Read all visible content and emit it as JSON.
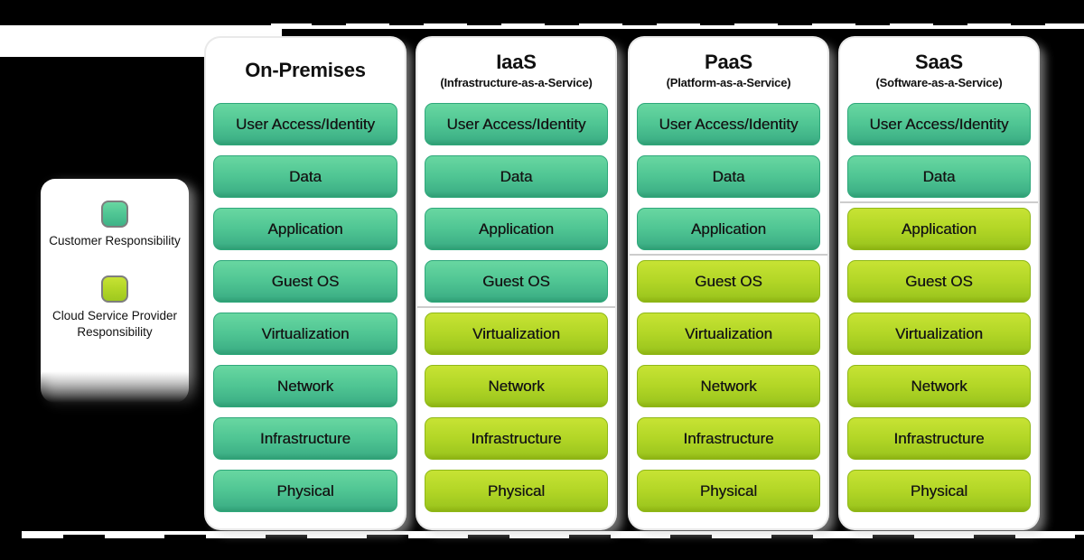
{
  "colors": {
    "background": "#000000",
    "card_background": "#ffffff",
    "customer_top": "#68d7a1",
    "customer_bottom": "#3fb287",
    "provider_top": "#c7e334",
    "provider_bottom": "#9fc81f",
    "divider": "#cccccc",
    "text": "#111111"
  },
  "legend": {
    "customer_label": "Customer Responsibility",
    "provider_label": "Cloud Service Provider Responsibility"
  },
  "columns": [
    {
      "title": "On-Premises",
      "subtitle": "",
      "layers": [
        {
          "label": "User Access/Identity",
          "owner": "customer"
        },
        {
          "label": "Data",
          "owner": "customer"
        },
        {
          "label": "Application",
          "owner": "customer"
        },
        {
          "label": "Guest OS",
          "owner": "customer"
        },
        {
          "label": "Virtualization",
          "owner": "customer"
        },
        {
          "label": "Network",
          "owner": "customer"
        },
        {
          "label": "Infrastructure",
          "owner": "customer"
        },
        {
          "label": "Physical",
          "owner": "customer"
        }
      ]
    },
    {
      "title": "IaaS",
      "subtitle": "(Infrastructure-as-a-Service)",
      "layers": [
        {
          "label": "User Access/Identity",
          "owner": "customer"
        },
        {
          "label": "Data",
          "owner": "customer"
        },
        {
          "label": "Application",
          "owner": "customer"
        },
        {
          "label": "Guest OS",
          "owner": "customer"
        },
        {
          "label": "Virtualization",
          "owner": "provider"
        },
        {
          "label": "Network",
          "owner": "provider"
        },
        {
          "label": "Infrastructure",
          "owner": "provider"
        },
        {
          "label": "Physical",
          "owner": "provider"
        }
      ]
    },
    {
      "title": "PaaS",
      "subtitle": "(Platform-as-a-Service)",
      "layers": [
        {
          "label": "User Access/Identity",
          "owner": "customer"
        },
        {
          "label": "Data",
          "owner": "customer"
        },
        {
          "label": "Application",
          "owner": "customer"
        },
        {
          "label": "Guest OS",
          "owner": "provider"
        },
        {
          "label": "Virtualization",
          "owner": "provider"
        },
        {
          "label": "Network",
          "owner": "provider"
        },
        {
          "label": "Infrastructure",
          "owner": "provider"
        },
        {
          "label": "Physical",
          "owner": "provider"
        }
      ]
    },
    {
      "title": "SaaS",
      "subtitle": "(Software-as-a-Service)",
      "layers": [
        {
          "label": "User Access/Identity",
          "owner": "customer"
        },
        {
          "label": "Data",
          "owner": "customer"
        },
        {
          "label": "Application",
          "owner": "provider"
        },
        {
          "label": "Guest OS",
          "owner": "provider"
        },
        {
          "label": "Virtualization",
          "owner": "provider"
        },
        {
          "label": "Network",
          "owner": "provider"
        },
        {
          "label": "Infrastructure",
          "owner": "provider"
        },
        {
          "label": "Physical",
          "owner": "provider"
        }
      ]
    }
  ]
}
